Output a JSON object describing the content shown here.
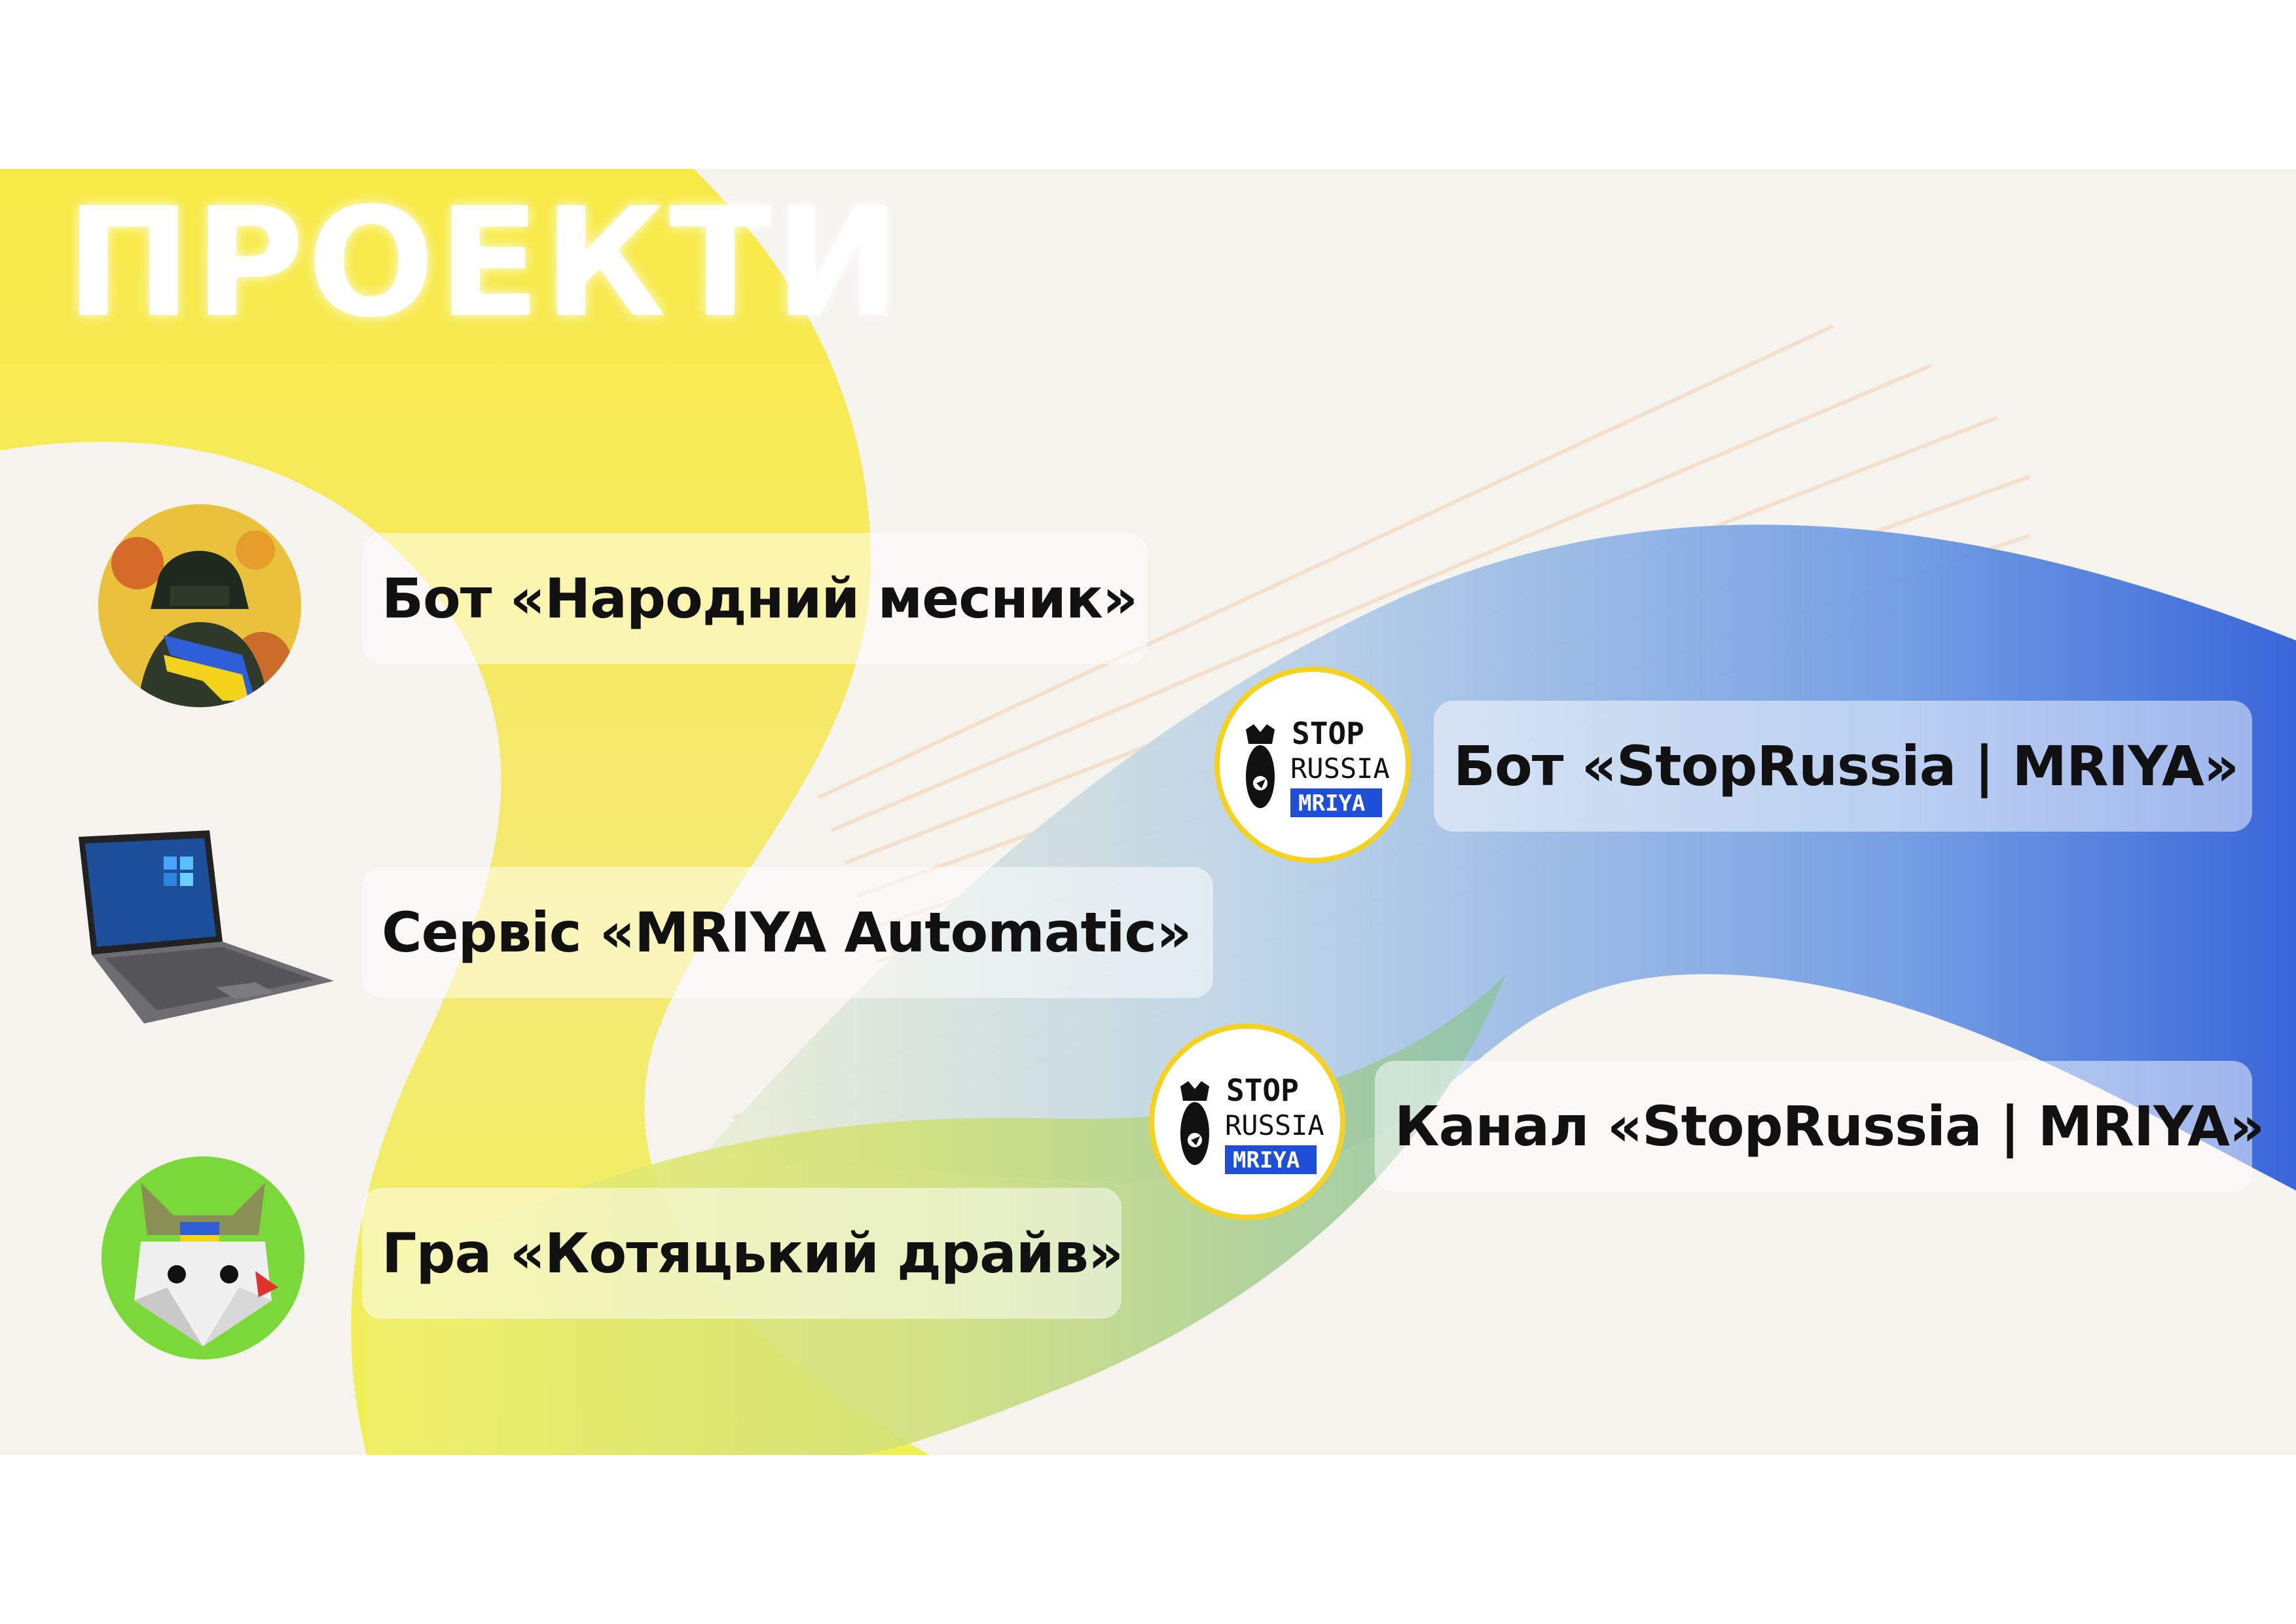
{
  "title": "ПРОЕКТИ",
  "projects": [
    {
      "label": "Бот «Народний месник»"
    },
    {
      "label": "Бот «StopRussia | MRIYA»"
    },
    {
      "label": "Сервіс «MRIYA Automatic»"
    },
    {
      "label": "Канал «StopRussia | MRIYA»"
    },
    {
      "label": "Гра «Котяцький драйв»"
    }
  ],
  "logo": {
    "line1": "STOP",
    "line2": "RUSSIA",
    "badge": "MRIYA"
  },
  "colors": {
    "yellow": "#f5e53a",
    "blue": "#3f6fd6",
    "green": "#cfe07a",
    "background": "#f5f3ee",
    "logo_ring": "#f4d21f"
  }
}
